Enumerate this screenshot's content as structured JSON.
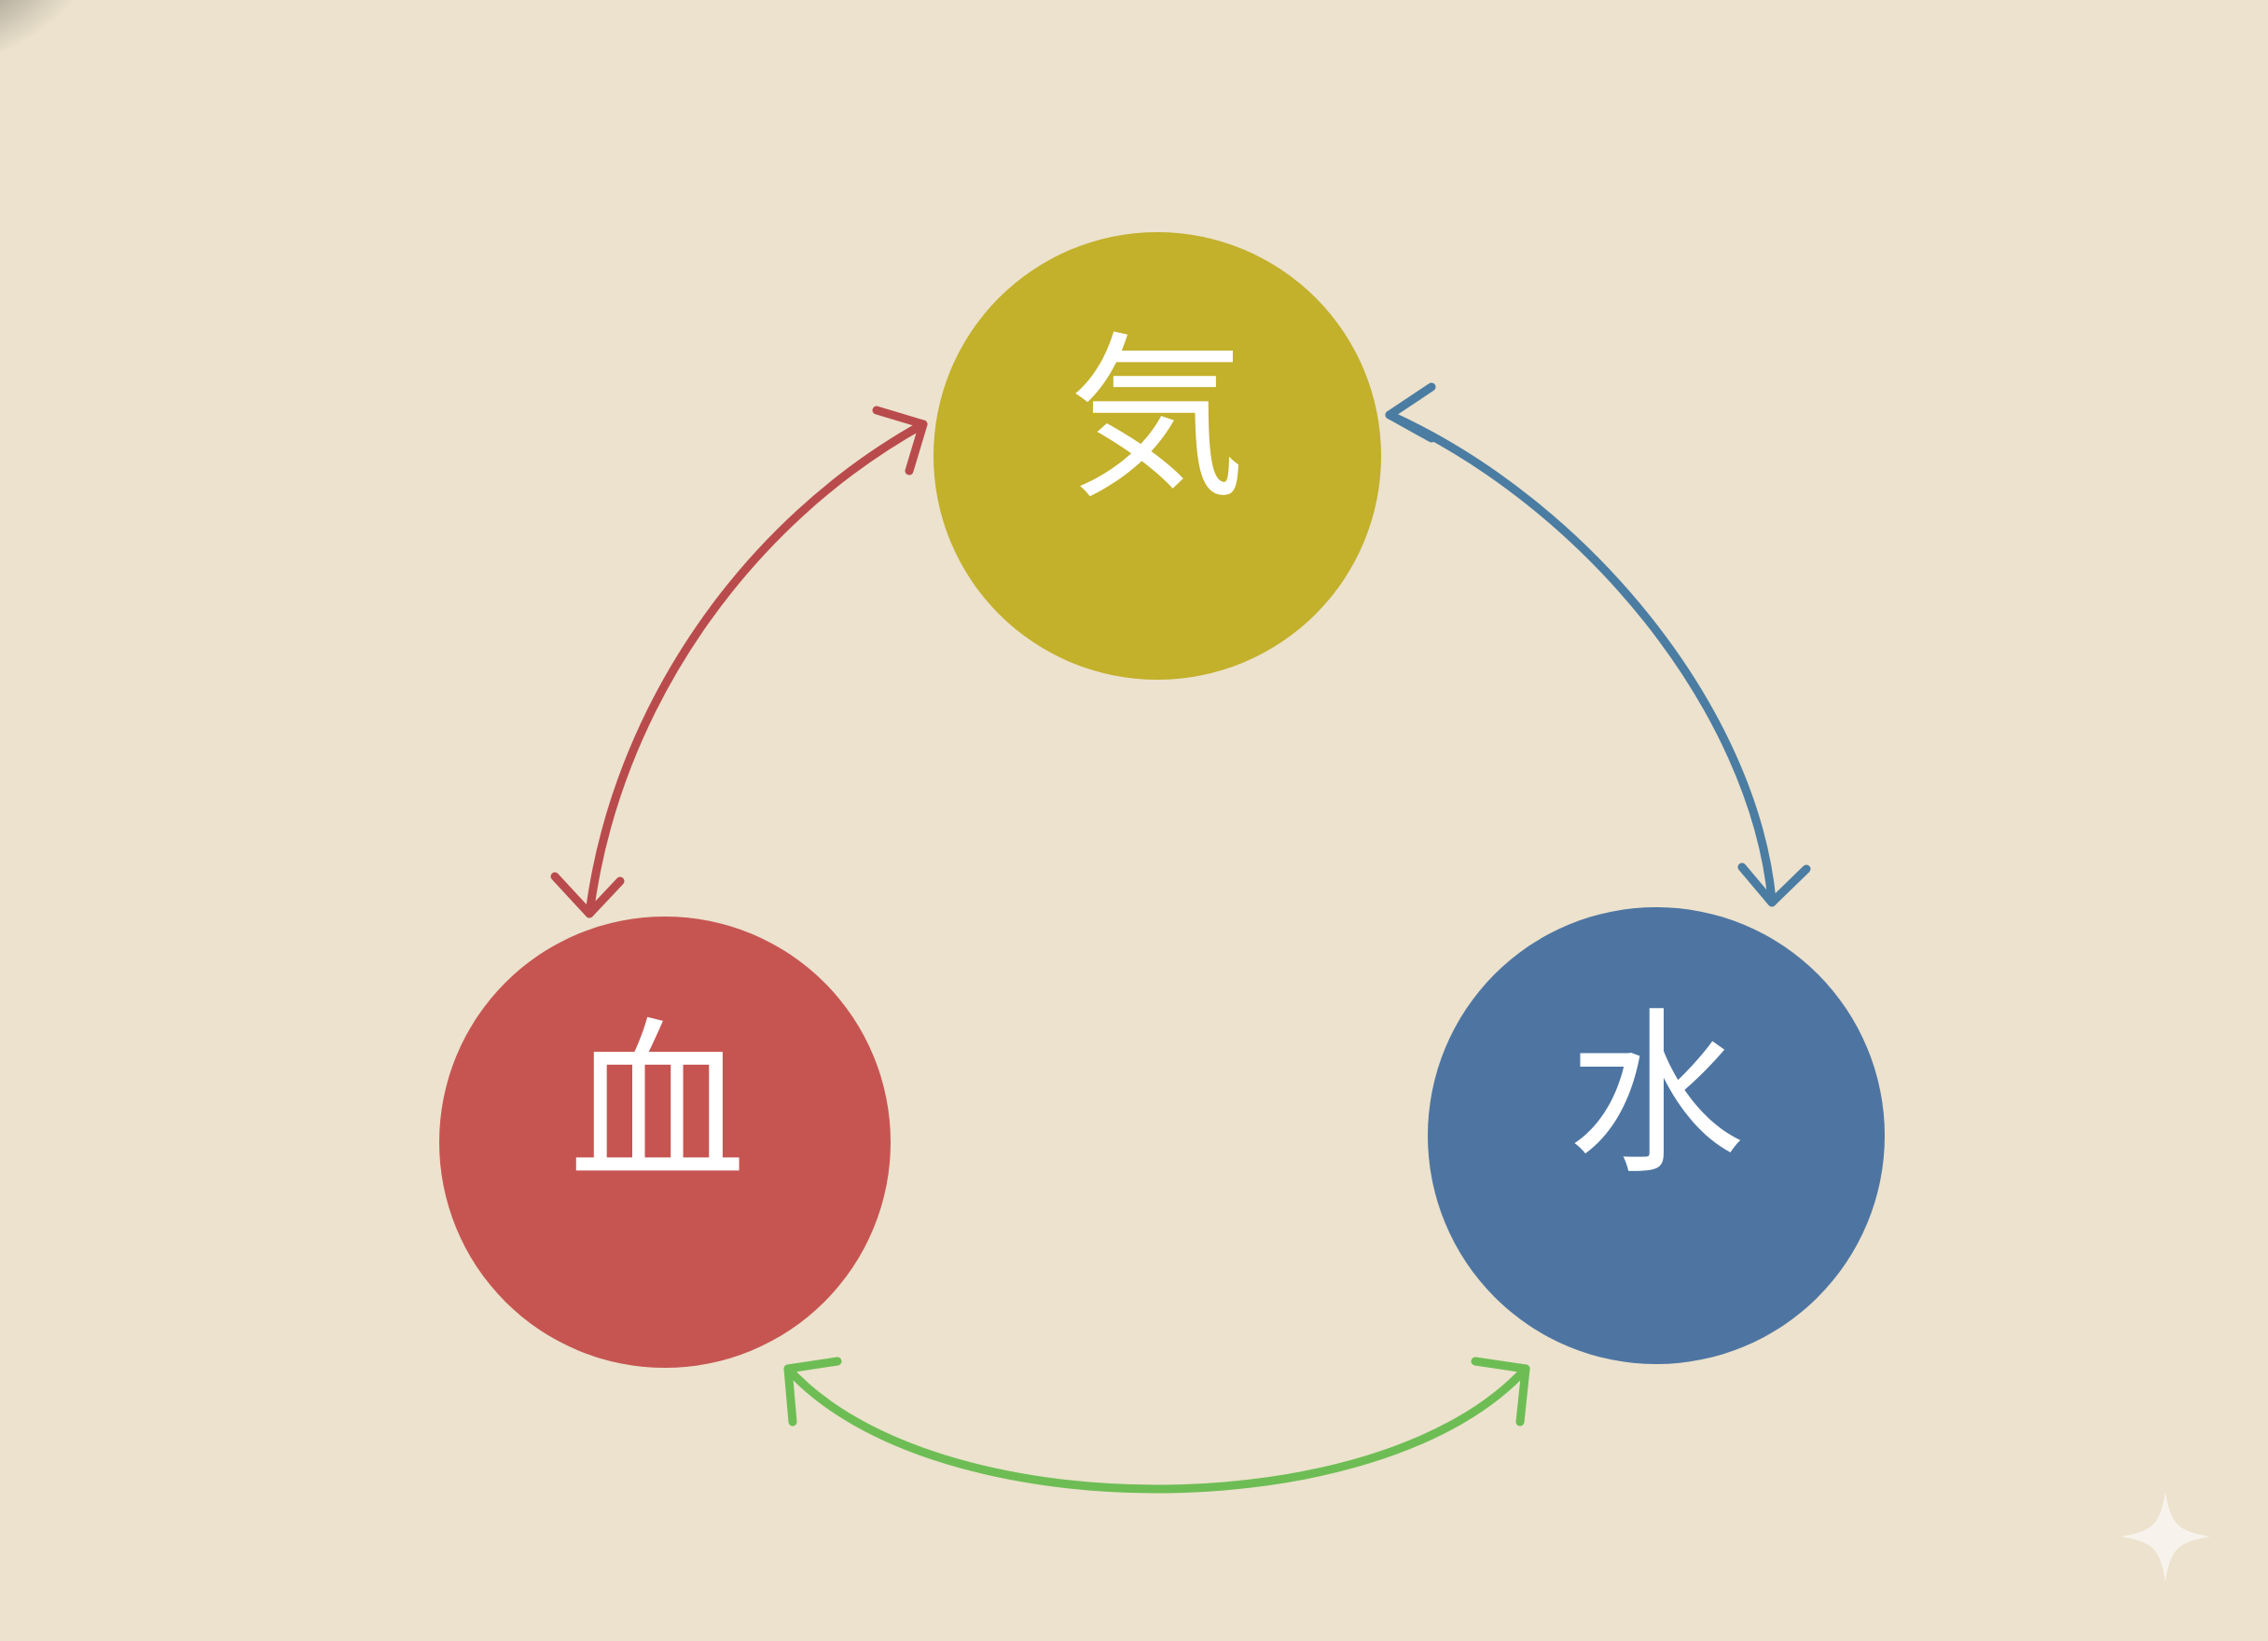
{
  "nodes": [
    {
      "id": "ki",
      "label": "気",
      "color": "#c3b02b"
    },
    {
      "id": "ketsu",
      "label": "血",
      "color": "#c65552"
    },
    {
      "id": "sui",
      "label": "水",
      "color": "#4e75a2"
    }
  ],
  "links": [
    {
      "from": "ketsu",
      "to": "ki",
      "color": "#b94b4d",
      "bidirectional": true
    },
    {
      "from": "ki",
      "to": "sui",
      "color": "#4b7ca2",
      "bidirectional": true
    },
    {
      "from": "ketsu",
      "to": "sui",
      "color": "#6dbd54",
      "bidirectional": true
    }
  ],
  "background": "#ece2cd"
}
